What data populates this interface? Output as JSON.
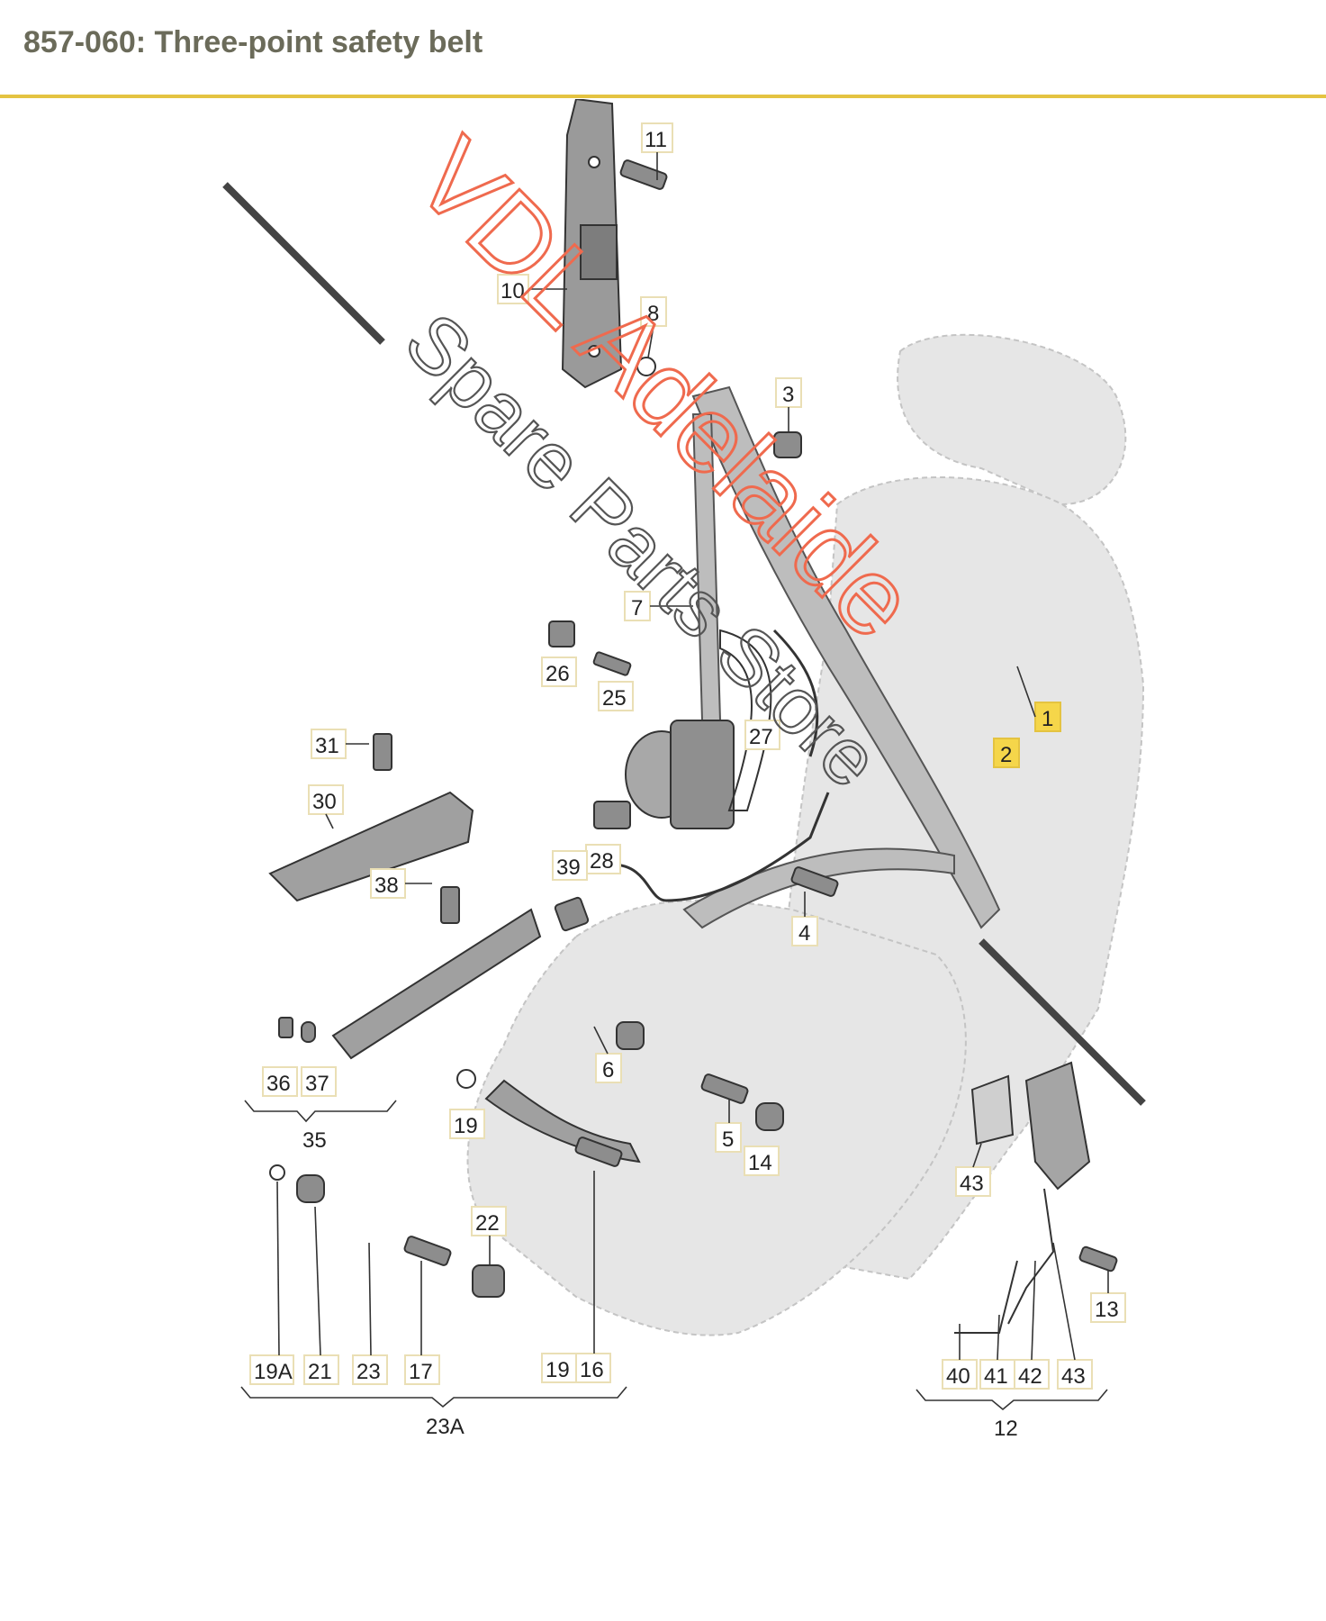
{
  "header": {
    "title": "857-060: Three-point safety belt",
    "rule_color": "#e4c341",
    "title_color": "#6b6b5a"
  },
  "diagram": {
    "callouts": [
      "11",
      "10",
      "8",
      "3",
      "7",
      "26",
      "25",
      "27",
      "1",
      "2",
      "31",
      "30",
      "28",
      "39",
      "38",
      "4",
      "36",
      "37",
      "6",
      "5",
      "14",
      "19",
      "43",
      "13",
      "19A",
      "21",
      "23",
      "17",
      "22",
      "19",
      "16",
      "40",
      "41",
      "42",
      "43"
    ],
    "highlighted_callouts": [
      "1",
      "2"
    ],
    "group_labels": [
      "35",
      "23A",
      "12"
    ],
    "highlight_color": "#f5d64a"
  },
  "watermark": {
    "line1": "VDL Adelaide",
    "line2": "Spare Parts Store",
    "color_line1": "#ef6a4e",
    "color_line2": "#555555"
  }
}
